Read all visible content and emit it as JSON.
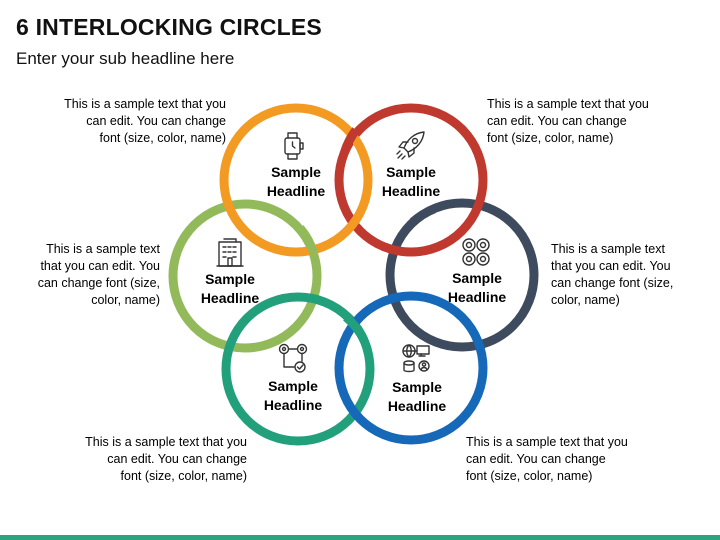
{
  "slide": {
    "title": "6 INTERLOCKING CIRCLES",
    "subtitle": "Enter your sub headline here"
  },
  "circles": [
    {
      "id": "orange",
      "color": "#f39a22",
      "icon": "smartwatch-icon",
      "headline_1": "Sample",
      "headline_2": "Headline"
    },
    {
      "id": "red",
      "color": "#c0392f",
      "icon": "rocket-icon",
      "headline_1": "Sample",
      "headline_2": "Headline"
    },
    {
      "id": "green",
      "color": "#93ba5a",
      "icon": "building-icon",
      "headline_1": "Sample",
      "headline_2": "Headline"
    },
    {
      "id": "slate",
      "color": "#3e4a5e",
      "icon": "four-circles-icon",
      "headline_1": "Sample",
      "headline_2": "Headline"
    },
    {
      "id": "teal",
      "color": "#22a07c",
      "icon": "gears-workflow-icon",
      "headline_1": "Sample",
      "headline_2": "Headline"
    },
    {
      "id": "blue",
      "color": "#1668b8",
      "icon": "network-icon",
      "headline_1": "Sample",
      "headline_2": "Headline"
    }
  ],
  "descriptions": {
    "top_left": [
      "This is a sample text that you",
      "can edit. You can change",
      "font (size, color, name)"
    ],
    "top_right": [
      "This is a sample text that you",
      "can edit. You can change",
      "font (size, color, name)"
    ],
    "middle_left": [
      "This is a sample text",
      "that you can edit. You",
      "can change font (size,",
      "color, name)"
    ],
    "middle_right": [
      "This is a sample text",
      "that you can edit. You",
      "can change font (size,",
      "color, name)"
    ],
    "bottom_left": [
      "This is a sample text that you",
      "can edit. You can change",
      "font (size, color, name)"
    ],
    "bottom_right": [
      "This is a sample text that you",
      "can edit. You can change",
      "font (size, color, name)"
    ]
  },
  "accent_bar_color": "#2aa57f"
}
